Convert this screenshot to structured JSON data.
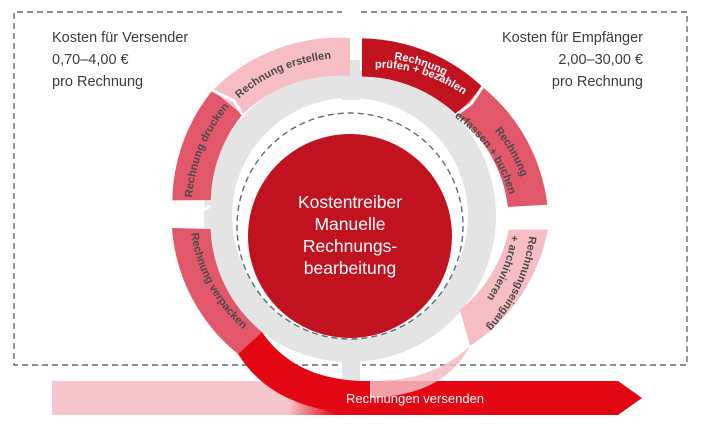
{
  "sender_costs": {
    "title": "Kosten für Versender",
    "range": "0,70–4,00 €",
    "unit": "pro Rechnung"
  },
  "recipient_costs": {
    "title": "Kosten für Empfänger",
    "range": "2,00–30,00 €",
    "unit": "pro Rechnung"
  },
  "center": {
    "lines": [
      "Kostentreiber",
      "Manuelle",
      "Rechnungs-",
      "bearbeitung"
    ]
  },
  "cycle_steps": {
    "erstellen": "Rechnung erstellen",
    "drucken": "Rechnung drucken",
    "verpacken": "Rechnung verpacken",
    "pruefen_1": "Rechnung",
    "pruefen_2": "prüfen + bezahlen",
    "erfassen_1": "Rechnung",
    "erfassen_2": "erfassen + buchen",
    "eingang_1": "Rechnungseingang",
    "eingang_2": "+ archivieren"
  },
  "bottom_arrow": {
    "label": "Rechnungen versenden"
  },
  "colors": {
    "dark_red": "#c1121f",
    "medium_red": "#e3576a",
    "light_pink": "#f6bdc4",
    "bright_red": "#e30613",
    "dashed_border": "#5b6b7a"
  }
}
